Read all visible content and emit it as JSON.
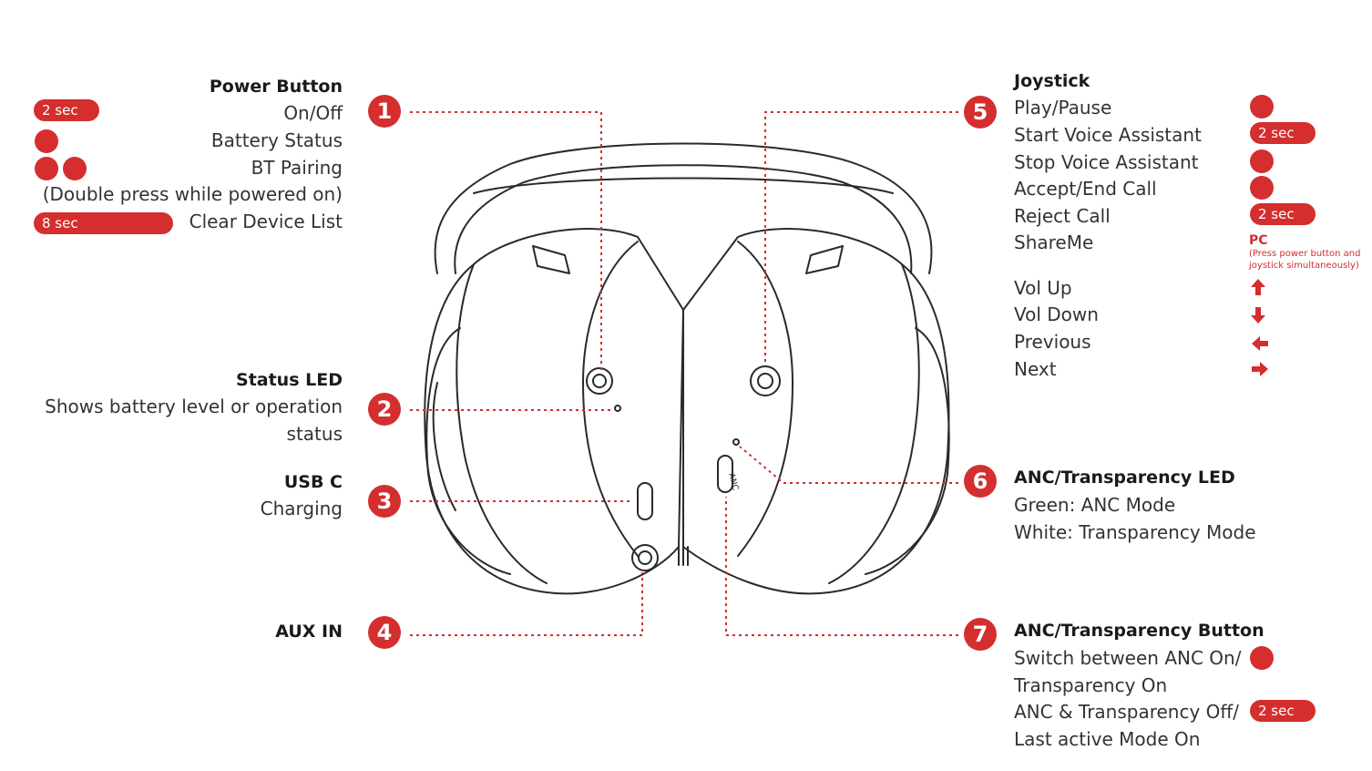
{
  "left": {
    "power": {
      "title": "Power Button",
      "items": [
        "On/Off",
        "Battery Status",
        "BT Pairing",
        "(Double press while powered on)",
        "Clear Device List"
      ],
      "on_off_hold": "2 sec",
      "clear_hold": "8 sec"
    },
    "status_led": {
      "title": "Status LED",
      "desc_line1": "Shows battery level or operation",
      "desc_line2": "status"
    },
    "usb": {
      "title": "USB C",
      "desc": "Charging"
    },
    "aux": {
      "title": "AUX IN"
    }
  },
  "right": {
    "joystick": {
      "title": "Joystick",
      "items": [
        "Play/Pause",
        "Start Voice Assistant",
        "Stop Voice Assistant",
        "Accept/End Call",
        "Reject Call",
        "ShareMe"
      ],
      "voice_hold": "2 sec",
      "reject_hold": "2 sec",
      "pc_label": "PC",
      "pc_note": "(Press power button and joystick simultaneously)",
      "directions": [
        "Vol Up",
        "Vol Down",
        "Previous",
        "Next"
      ],
      "direction_icons": [
        "arrow-up-icon",
        "arrow-down-icon",
        "arrow-left-icon",
        "arrow-right-icon"
      ]
    },
    "anc_led": {
      "title": "ANC/Transparency LED",
      "items": [
        "Green: ANC Mode",
        "White: Transparency Mode"
      ]
    },
    "anc_button": {
      "title": "ANC/Transparency Button",
      "items": [
        "Switch between ANC On/",
        "Transparency On",
        "ANC & Transparency Off/",
        "Last active Mode On"
      ],
      "off_hold": "2 sec"
    }
  },
  "numbers": [
    "1",
    "2",
    "3",
    "4",
    "5",
    "6",
    "7"
  ],
  "device_labels": {
    "anc": "ANC"
  },
  "colors": {
    "accent": "#d42e2e",
    "line": "#2a2a2a",
    "text": "#333333"
  }
}
